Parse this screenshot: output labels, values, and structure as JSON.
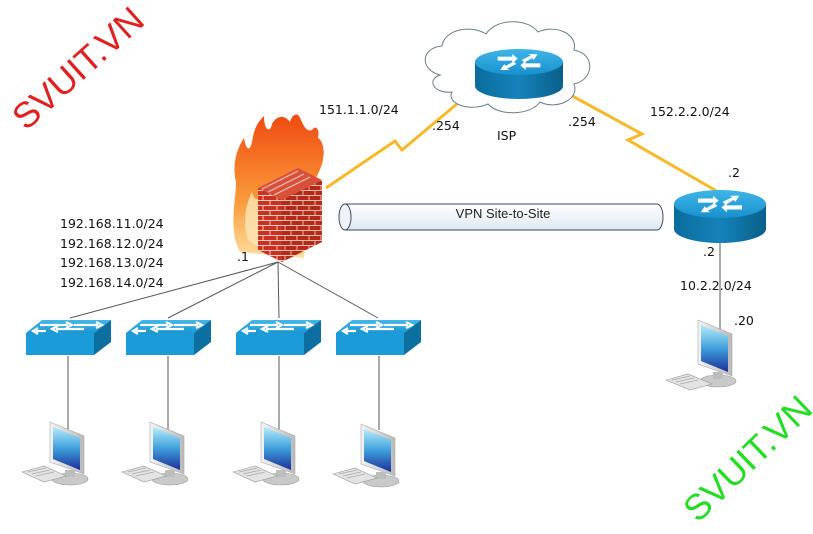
{
  "diagram": {
    "type": "network-topology",
    "watermarks": [
      {
        "text": "SVUIT.VN",
        "color": "#e02020"
      },
      {
        "text": "SVUIT.VN",
        "color": "#22dd22"
      }
    ],
    "nodes": {
      "firewall": {
        "label": "Firewall",
        "interface_ip": ".1"
      },
      "isp_router": {
        "label": "ISP",
        "left_ip": ".254",
        "right_ip": ".254"
      },
      "branch_router": {
        "wan_ip": ".2",
        "lan_ip": ".2"
      },
      "branch_pc": {
        "ip": ".20"
      },
      "switches": [
        "switch-1",
        "switch-2",
        "switch-3",
        "switch-4"
      ],
      "lan_pcs": [
        "pc-1",
        "pc-2",
        "pc-3",
        "pc-4"
      ]
    },
    "links": {
      "wan_left": {
        "subnet": "151.1.1.0/24"
      },
      "wan_right": {
        "subnet": "152.2.2.0/24"
      },
      "branch_lan": {
        "subnet": "10.2.2.0/24"
      },
      "vpn": {
        "label": "VPN Site-to-Site"
      }
    },
    "lan_subnets": [
      "192.168.11.0/24",
      "192.168.12.0/24",
      "192.168.13.0/24",
      "192.168.14.0/24"
    ],
    "colors": {
      "serial_link": "#f6b92b",
      "router_blue": "#1a9ad6",
      "router_dark": "#0b6f9e",
      "brick": "#c8321e",
      "flame": "#f36a1c"
    }
  }
}
